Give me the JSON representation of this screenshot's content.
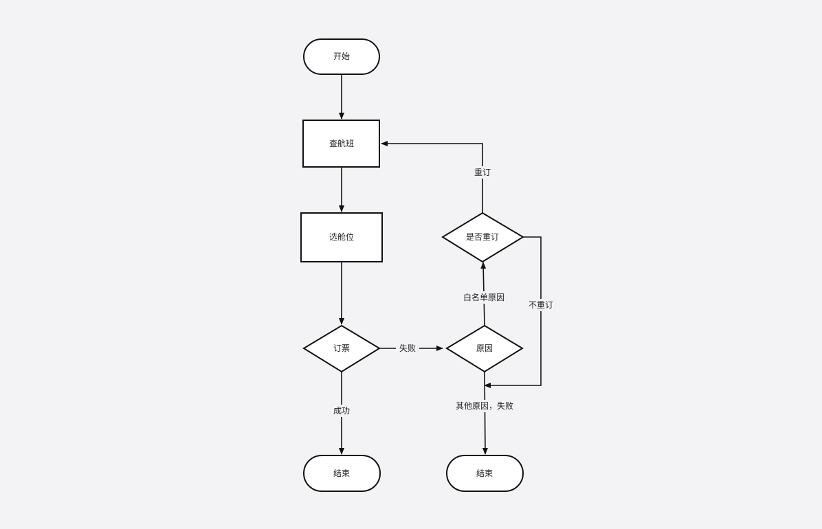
{
  "colors": {
    "background": "#f3f3f5",
    "shape_fill": "#ffffff",
    "stroke": "#111111",
    "text": "#222222"
  },
  "nodes": {
    "start": "开始",
    "search_flight": "查航班",
    "select_seat": "选舱位",
    "book_ticket": "订票",
    "reason": "原因",
    "rebook_question": "是否重订",
    "end_success": "结束",
    "end_fail": "结束"
  },
  "edges": {
    "fail": "失败",
    "success": "成功",
    "whitelist_reason": "白名单原因",
    "rebook": "重订",
    "no_rebook": "不重订",
    "other_reason_fail": "其他原因，失败"
  }
}
